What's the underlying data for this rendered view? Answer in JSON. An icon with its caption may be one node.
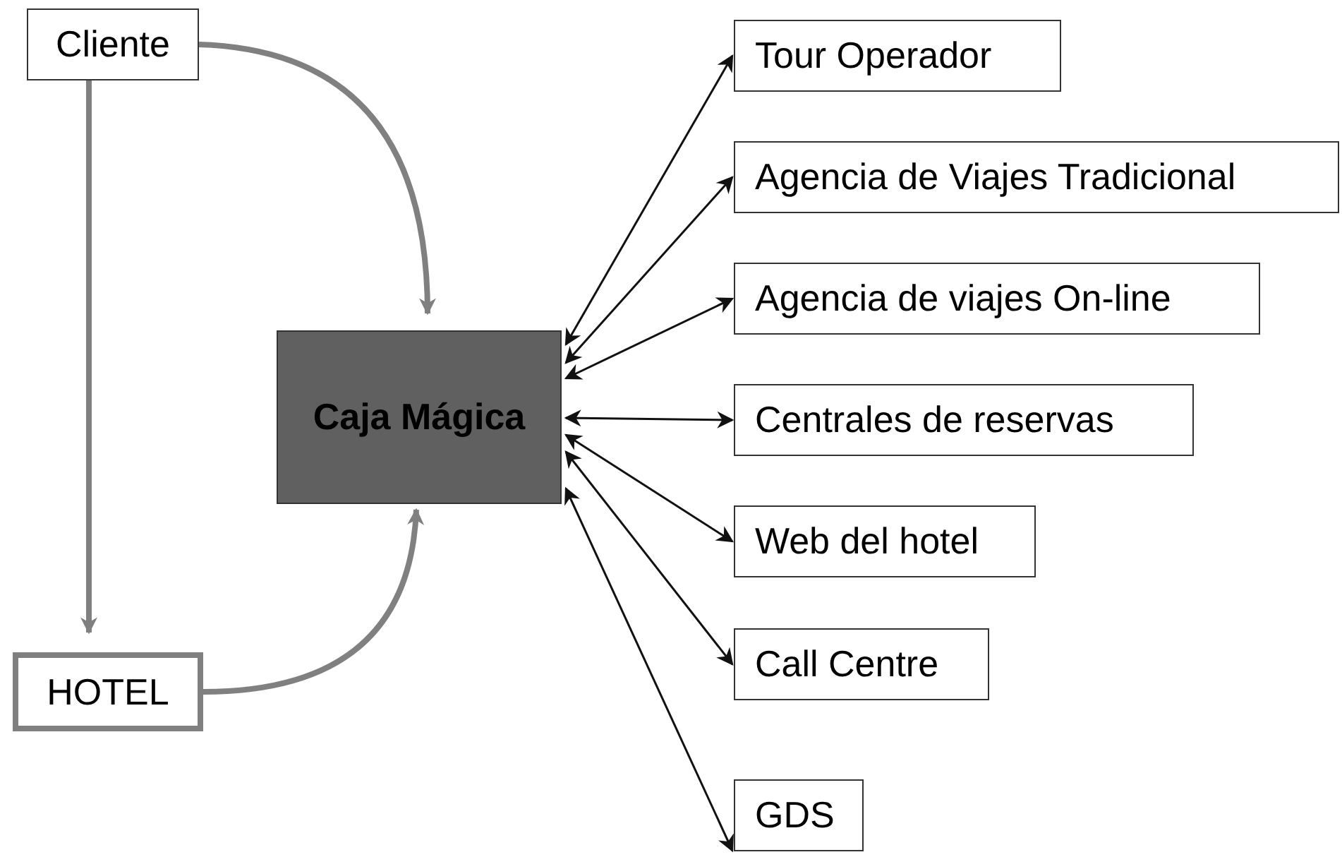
{
  "diagram": {
    "nodes": [
      {
        "text": [
          "Cliente"
        ]
      },
      {
        "text": [
          "HOTEL"
        ]
      },
      {
        "text": [
          "Caja Mágica"
        ]
      },
      {
        "text": [
          "Tour Operador"
        ]
      },
      {
        "text": [
          "Agencia de Viajes Tradicional"
        ]
      },
      {
        "text": [
          "Agencia de viajes On-line"
        ]
      },
      {
        "text": [
          "Centrales de reservas"
        ]
      },
      {
        "text": [
          "Web del hotel"
        ]
      },
      {
        "text": [
          "Call Centre"
        ]
      },
      {
        "text": [
          "GDS"
        ]
      }
    ],
    "edges": [
      {
        "from": 0,
        "to": 2,
        "arrow": "to",
        "style": "thick",
        "color": "#808080"
      },
      {
        "from": 0,
        "to": 1,
        "arrow": "to",
        "style": "thick",
        "color": "#808080"
      },
      {
        "from": 1,
        "to": 2,
        "arrow": "to",
        "style": "thick",
        "color": "#808080"
      },
      {
        "from": 2,
        "to": 3,
        "arrow": "both"
      },
      {
        "from": 2,
        "to": 4,
        "arrow": "both"
      },
      {
        "from": 2,
        "to": 5,
        "arrow": "both"
      },
      {
        "from": 2,
        "to": 6,
        "arrow": "both"
      },
      {
        "from": 2,
        "to": 7,
        "arrow": "both"
      },
      {
        "from": 2,
        "to": 8,
        "arrow": "both"
      },
      {
        "from": 2,
        "to": 9,
        "arrow": "both"
      }
    ]
  }
}
